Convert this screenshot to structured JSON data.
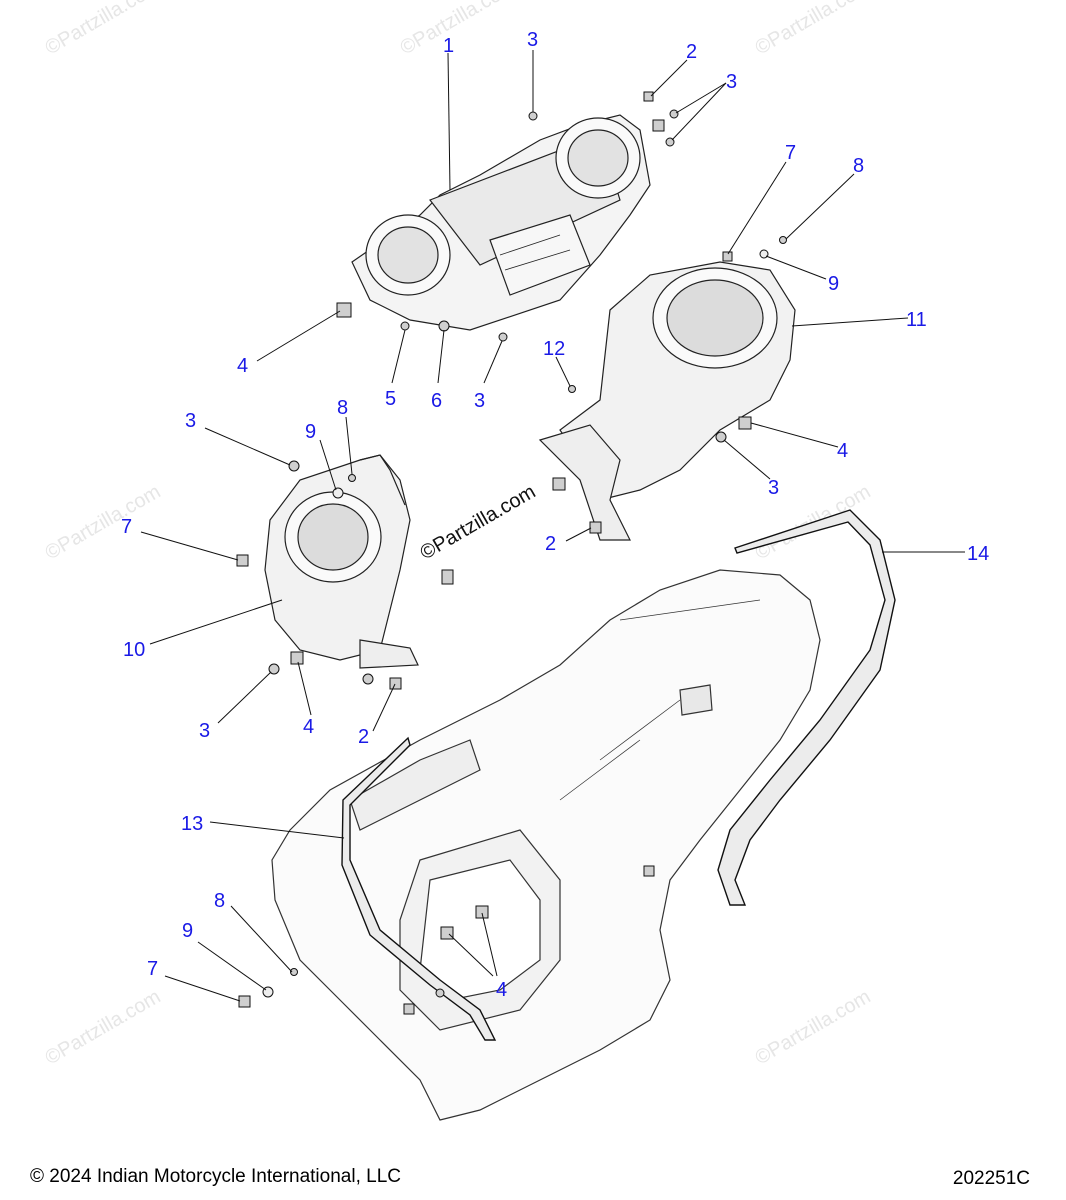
{
  "watermark_text": "©Partzilla.com",
  "watermark_center": "©Partzilla.com",
  "callout_color": "#1a1ae6",
  "callouts": [
    {
      "id": "c1",
      "label": "1"
    },
    {
      "id": "c2",
      "label": "3"
    },
    {
      "id": "c3",
      "label": "2"
    },
    {
      "id": "c4",
      "label": "3"
    },
    {
      "id": "c5",
      "label": "7"
    },
    {
      "id": "c6",
      "label": "8"
    },
    {
      "id": "c7",
      "label": "9"
    },
    {
      "id": "c8",
      "label": "11"
    },
    {
      "id": "c9",
      "label": "4"
    },
    {
      "id": "c10",
      "label": "5"
    },
    {
      "id": "c11",
      "label": "6"
    },
    {
      "id": "c12",
      "label": "3"
    },
    {
      "id": "c13",
      "label": "12"
    },
    {
      "id": "c14",
      "label": "3"
    },
    {
      "id": "c15",
      "label": "9"
    },
    {
      "id": "c16",
      "label": "8"
    },
    {
      "id": "c17",
      "label": "4"
    },
    {
      "id": "c18",
      "label": "3"
    },
    {
      "id": "c19",
      "label": "7"
    },
    {
      "id": "c20",
      "label": "2"
    },
    {
      "id": "c21",
      "label": "14"
    },
    {
      "id": "c22",
      "label": "10"
    },
    {
      "id": "c23",
      "label": "3"
    },
    {
      "id": "c24",
      "label": "4"
    },
    {
      "id": "c25",
      "label": "2"
    },
    {
      "id": "c26",
      "label": "13"
    },
    {
      "id": "c27",
      "label": "8"
    },
    {
      "id": "c28",
      "label": "9"
    },
    {
      "id": "c29",
      "label": "7"
    },
    {
      "id": "c30",
      "label": "4"
    }
  ],
  "footer": {
    "copyright": "© 2024 Indian Motorcycle International, LLC",
    "diagram_code": "202251C"
  }
}
